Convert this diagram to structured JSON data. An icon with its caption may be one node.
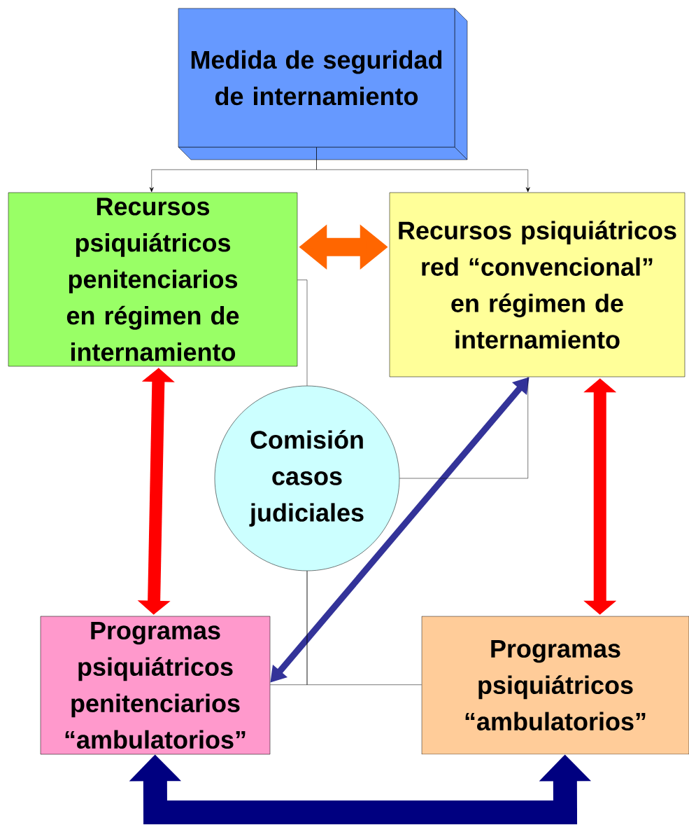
{
  "diagram": {
    "nodes": [
      {
        "text": [
          "Medida de seguridad de internamiento"
        ]
      },
      {
        "text": [
          "Recursos psiquiátricos penitenciarios en régimen de internamiento"
        ]
      },
      {
        "text": [
          "Recursos psiquiátricos red “convencional” en régimen de internamiento"
        ]
      },
      {
        "text": [
          "Comisión casos judiciales"
        ]
      },
      {
        "text": [
          "Programas psiquiátricos penitenciarios “ambulatorios”"
        ]
      },
      {
        "text": [
          "Programas psiquiátricos “ambulatorios”"
        ]
      }
    ],
    "edges": [
      {
        "from": 0,
        "to": 1,
        "arrow": "to"
      },
      {
        "from": 0,
        "to": 2,
        "arrow": "to"
      },
      {
        "from": 1,
        "to": 2,
        "arrow": "both",
        "style": "thick",
        "color": "#ff6600"
      },
      {
        "from": 1,
        "to": 4,
        "arrow": "both",
        "style": "thick",
        "color": "#ff0000"
      },
      {
        "from": 2,
        "to": 5,
        "arrow": "both",
        "style": "thick",
        "color": "#ff0000"
      },
      {
        "from": 4,
        "to": 2,
        "arrow": "both",
        "style": "thick",
        "color": "#333399"
      },
      {
        "from": 4,
        "to": 5,
        "arrow": "both",
        "style": "thick",
        "color": "#000080"
      },
      {
        "from": 3,
        "to": 1,
        "arrow": "none"
      },
      {
        "from": 3,
        "to": 2,
        "arrow": "none"
      },
      {
        "from": 3,
        "to": 4,
        "arrow": "none"
      },
      {
        "from": 3,
        "to": 5,
        "arrow": "none"
      }
    ]
  }
}
